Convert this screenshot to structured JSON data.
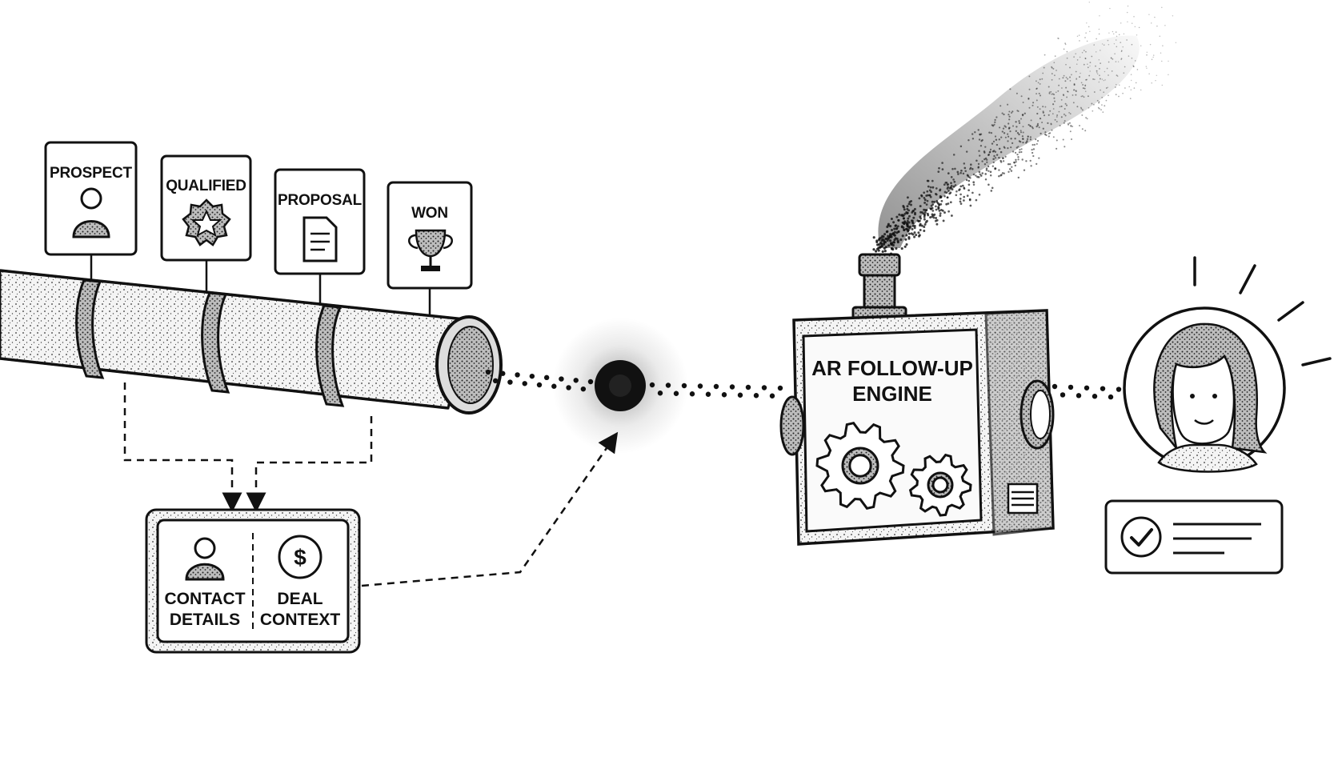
{
  "stages": [
    {
      "label": "PROSPECT",
      "icon": "person-icon"
    },
    {
      "label": "QUALIFIED",
      "icon": "star-badge-icon"
    },
    {
      "label": "PROPOSAL",
      "icon": "document-icon"
    },
    {
      "label": "WON",
      "icon": "trophy-icon"
    }
  ],
  "data_box": {
    "contact": {
      "line1": "CONTACT",
      "line2": "DETAILS",
      "icon": "person-icon"
    },
    "deal": {
      "line1": "DEAL",
      "line2": "CONTEXT",
      "icon": "dollar-icon"
    }
  },
  "engine": {
    "line1": "AR FOLLOW-UP",
    "line2": "ENGINE",
    "icon": "gears-icon"
  },
  "recipient": {
    "icon": "woman-avatar-icon",
    "card_icon": "checkmark-icon"
  },
  "colors": {
    "ink": "#111111",
    "pipe_fill": "#f2f2f2",
    "background": "#ffffff"
  }
}
